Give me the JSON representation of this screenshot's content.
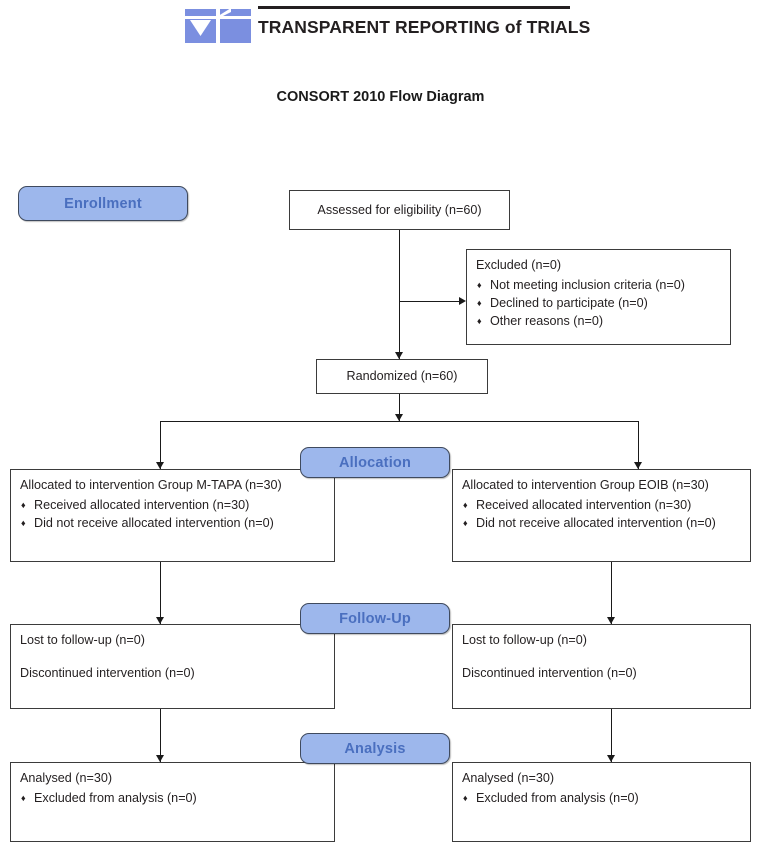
{
  "header": {
    "logo_name": "consort-logo",
    "brand_text": "TRANSPARENT REPORTING of TRIALS",
    "brand_color": "#7b8fe0"
  },
  "diagram": {
    "title": "CONSORT 2010 Flow Diagram",
    "stages": [
      {
        "id": "enrollment",
        "label": "Enrollment"
      },
      {
        "id": "allocation",
        "label": "Allocation"
      },
      {
        "id": "follow-up",
        "label": "Follow-Up"
      },
      {
        "id": "analysis",
        "label": "Analysis"
      }
    ],
    "stage_fill": "#9db7ec",
    "stage_text_color": "#4a6fbf",
    "boxes": {
      "assessed": {
        "title": "Assessed for eligibility (n=60)"
      },
      "excluded": {
        "title": "Excluded (n=0)",
        "items": [
          "Not meeting inclusion criteria (n=0)",
          "Declined to participate (n=0)",
          "Other reasons (n=0)"
        ]
      },
      "randomized": {
        "title": "Randomized (n=60)"
      },
      "alloc_left": {
        "title": "Allocated to intervention Group M-TAPA (n=30)",
        "items": [
          "Received allocated intervention (n=30)",
          "Did not receive allocated intervention (n=0)"
        ]
      },
      "alloc_right": {
        "title": "Allocated to intervention Group EOIB (n=30)",
        "items": [
          "Received allocated intervention (n=30)",
          "Did not receive allocated intervention (n=0)"
        ]
      },
      "follow_left": {
        "line1": "Lost to follow-up (n=0)",
        "line2": "Discontinued intervention (n=0)"
      },
      "follow_right": {
        "line1": "Lost to follow-up (n=0)",
        "line2": "Discontinued intervention (n=0)"
      },
      "analysis_left": {
        "title": "Analysed (n=30)",
        "items": [
          "Excluded from analysis (n=0)"
        ]
      },
      "analysis_right": {
        "title": "Analysed (n=30)",
        "items": [
          "Excluded from analysis (n=0)"
        ]
      }
    },
    "bullet_glyph": "♦"
  }
}
